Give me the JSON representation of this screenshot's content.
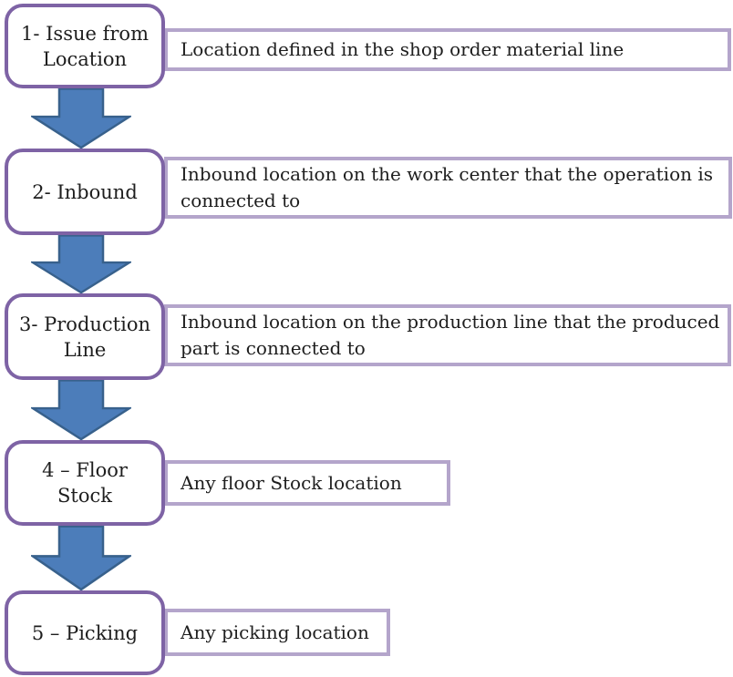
{
  "colors": {
    "node_border": "#7e63a5",
    "desc_border": "#b4a5cb",
    "arrow_fill": "#4c7dba",
    "arrow_stroke": "#38618c",
    "text": "#1e1e1e"
  },
  "steps": [
    {
      "node_label": "1- Issue from Location",
      "node_lines": [
        "1- Issue from",
        "Location"
      ],
      "description": "Location defined in the shop order material line",
      "desc_lines": [
        "Location defined in the shop order material line"
      ]
    },
    {
      "node_label": "2- Inbound",
      "node_lines": [
        "2- Inbound"
      ],
      "description": "Inbound location on the work center that the operation is connected to",
      "desc_lines": [
        "Inbound location on the work center that the operation is",
        "connected to"
      ]
    },
    {
      "node_label": "3- Production Line",
      "node_lines": [
        "3- Production",
        "Line"
      ],
      "description": "Inbound location on the production line that the produced part is connected to",
      "desc_lines": [
        "Inbound location on the production line that the produced",
        "part is connected to"
      ]
    },
    {
      "node_label": "4 – Floor Stock",
      "node_lines": [
        "4 – Floor",
        "Stock"
      ],
      "description": "Any floor Stock location",
      "desc_lines": [
        "Any floor Stock location"
      ]
    },
    {
      "node_label": "5 – Picking",
      "node_lines": [
        "5 – Picking"
      ],
      "description": "Any picking location",
      "desc_lines": [
        "Any picking location"
      ]
    }
  ]
}
